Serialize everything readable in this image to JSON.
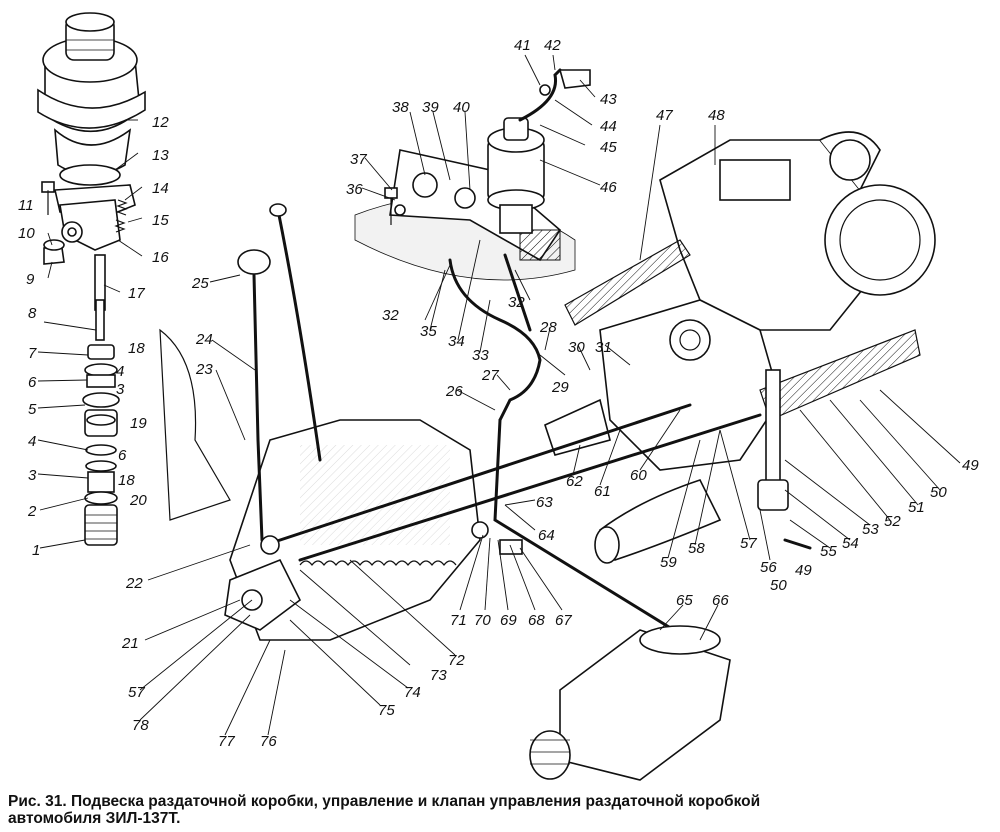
{
  "caption": {
    "line1": "Рис. 31. Подвеска раздаточной коробки, управление и клапан управления раздаточной коробкой",
    "line2": "автомобиля ЗИЛ-137Т."
  },
  "labels": [
    "1",
    "2",
    "3",
    "4",
    "5",
    "6",
    "7",
    "8",
    "9",
    "10",
    "11",
    "12",
    "13",
    "14",
    "15",
    "16",
    "17",
    "18",
    "19",
    "20",
    "21",
    "22",
    "23",
    "24",
    "25",
    "26",
    "27",
    "28",
    "29",
    "30",
    "31",
    "32",
    "33",
    "34",
    "35",
    "36",
    "37",
    "38",
    "39",
    "40",
    "41",
    "42",
    "43",
    "44",
    "45",
    "46",
    "47",
    "48",
    "49",
    "50",
    "51",
    "52",
    "53",
    "54",
    "55",
    "56",
    "57",
    "58",
    "59",
    "60",
    "61",
    "62",
    "63",
    "64",
    "65",
    "66",
    "67",
    "68",
    "69",
    "70",
    "71",
    "72",
    "73",
    "74",
    "75",
    "76",
    "77",
    "78"
  ],
  "extra_labels": [
    "3",
    "4",
    "6",
    "18",
    "32",
    "49",
    "50",
    "57"
  ]
}
